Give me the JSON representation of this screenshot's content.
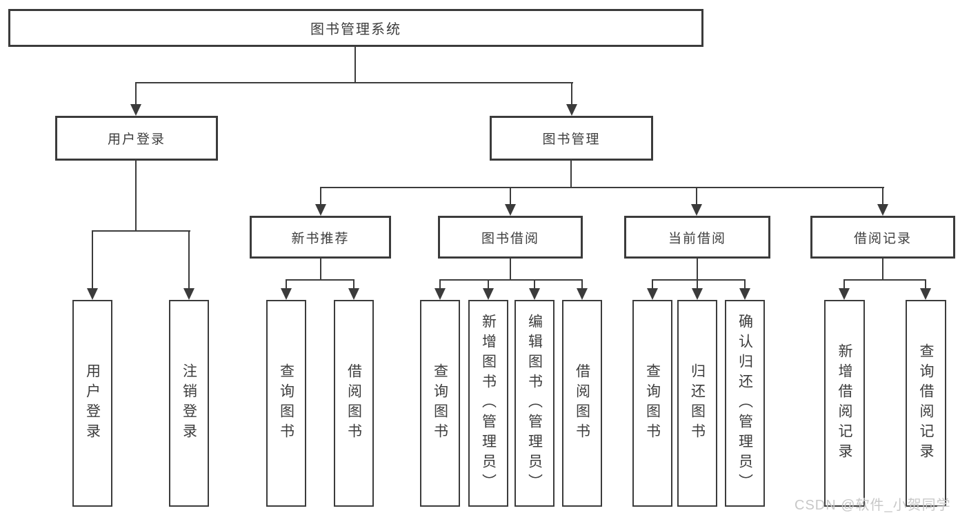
{
  "diagram": {
    "root": {
      "label": "图书管理系统"
    },
    "branches": [
      {
        "label": "用户登录",
        "children": [
          {
            "label": "用户登录"
          },
          {
            "label": "注销登录"
          }
        ]
      },
      {
        "label": "图书管理",
        "groups": [
          {
            "label": "新书推荐",
            "children": [
              {
                "label": "查询图书"
              },
              {
                "label": "借阅图书"
              }
            ]
          },
          {
            "label": "图书借阅",
            "children": [
              {
                "label": "查询图书"
              },
              {
                "label": "新增图书（管理员）"
              },
              {
                "label": "编辑图书（管理员）"
              },
              {
                "label": "借阅图书"
              }
            ]
          },
          {
            "label": "当前借阅",
            "children": [
              {
                "label": "查询图书"
              },
              {
                "label": "归还图书"
              },
              {
                "label": "确认归还（管理员）"
              }
            ]
          },
          {
            "label": "借阅记录",
            "children": [
              {
                "label": "新增借阅记录"
              },
              {
                "label": "查询借阅记录"
              }
            ]
          }
        ]
      }
    ]
  },
  "watermark": {
    "text": "CSDN @软件_小贺同学"
  },
  "colors": {
    "line": "#3b3b3b",
    "text": "#3d3d3d",
    "background": "#ffffff",
    "watermark": "#c8c8c8"
  }
}
